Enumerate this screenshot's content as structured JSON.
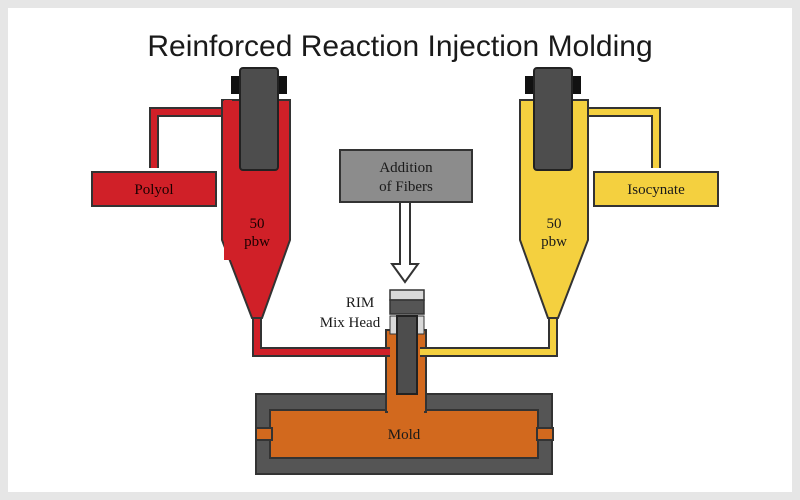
{
  "title": "Reinforced Reaction Injection Molding",
  "labels": {
    "polyol": "Polyol",
    "isocyanate": "Isocynate",
    "fibers_line1": "Addition",
    "fibers_line2": "of Fibers",
    "left_ratio_line1": "50",
    "left_ratio_line2": "pbw",
    "right_ratio_line1": "50",
    "right_ratio_line2": "pbw",
    "mixhead_line1": "RIM",
    "mixhead_line2": "Mix Head",
    "mold": "Mold"
  },
  "colors": {
    "polyol": "#d02028",
    "isocyanate": "#f4d03f",
    "mold": "#d2691e",
    "housing": "#555555",
    "fibers_box": "#8c8c8c",
    "piston": "#4d4d4d"
  }
}
